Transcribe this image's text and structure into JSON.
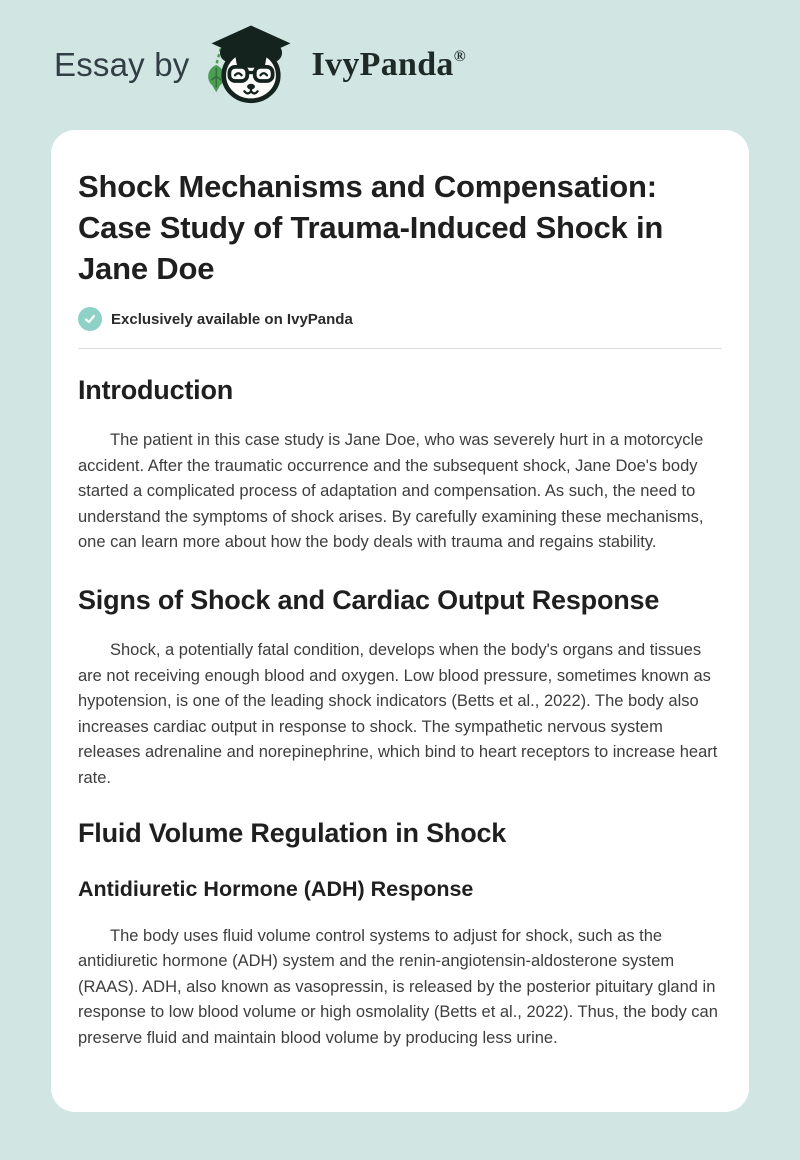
{
  "header": {
    "prefix": "Essay by",
    "brand": "IvyPanda",
    "registered": "®"
  },
  "article": {
    "title": "Shock Mechanisms and Compensation: Case Study of Trauma-Induced Shock in Jane Doe",
    "badge": {
      "label": "Exclusively available on IvyPanda",
      "icon": "checkmark"
    },
    "sections": [
      {
        "level": "h2",
        "heading": "Introduction",
        "paragraphs": [
          "The patient in this case study is Jane Doe, who was severely hurt in a motorcycle accident. After the traumatic occurrence and the subsequent shock, Jane Doe's body started a complicated process of adaptation and compensation. As such, the need to understand the symptoms of shock arises. By carefully examining these mechanisms, one can learn more about how the body deals with trauma and regains stability."
        ]
      },
      {
        "level": "h2",
        "heading": "Signs of Shock and Cardiac Output Response",
        "paragraphs": [
          "Shock, a potentially fatal condition, develops when the body's organs and tissues are not receiving enough blood and oxygen. Low blood pressure, sometimes known as hypotension, is one of the leading shock indicators (Betts et al., 2022). The body also increases cardiac output in response to shock. The sympathetic nervous system releases adrenaline and norepinephrine, which bind to heart receptors to increase heart rate."
        ]
      },
      {
        "level": "h2",
        "heading": "Fluid Volume Regulation in Shock",
        "paragraphs": []
      },
      {
        "level": "h3",
        "heading": "Antidiuretic Hormone (ADH) Response",
        "paragraphs": [
          "The body uses fluid volume control systems to adjust for shock, such as the antidiuretic hormone (ADH) system and the renin-angiotensin-aldosterone system (RAAS). ADH, also known as vasopressin, is released by the posterior pituitary gland in response to low blood volume or high osmolality (Betts et al., 2022). Thus, the body can preserve fluid and maintain blood volume by producing less urine."
        ]
      }
    ]
  },
  "colors": {
    "page_background": "#d1e6e2",
    "card_background": "#ffffff",
    "badge_teal": "#8ed1c6",
    "logo_dark": "#15231f",
    "leaf_green": "#4d9d55",
    "heading_text": "#1f1f1f",
    "body_text": "#3d3d3d"
  }
}
